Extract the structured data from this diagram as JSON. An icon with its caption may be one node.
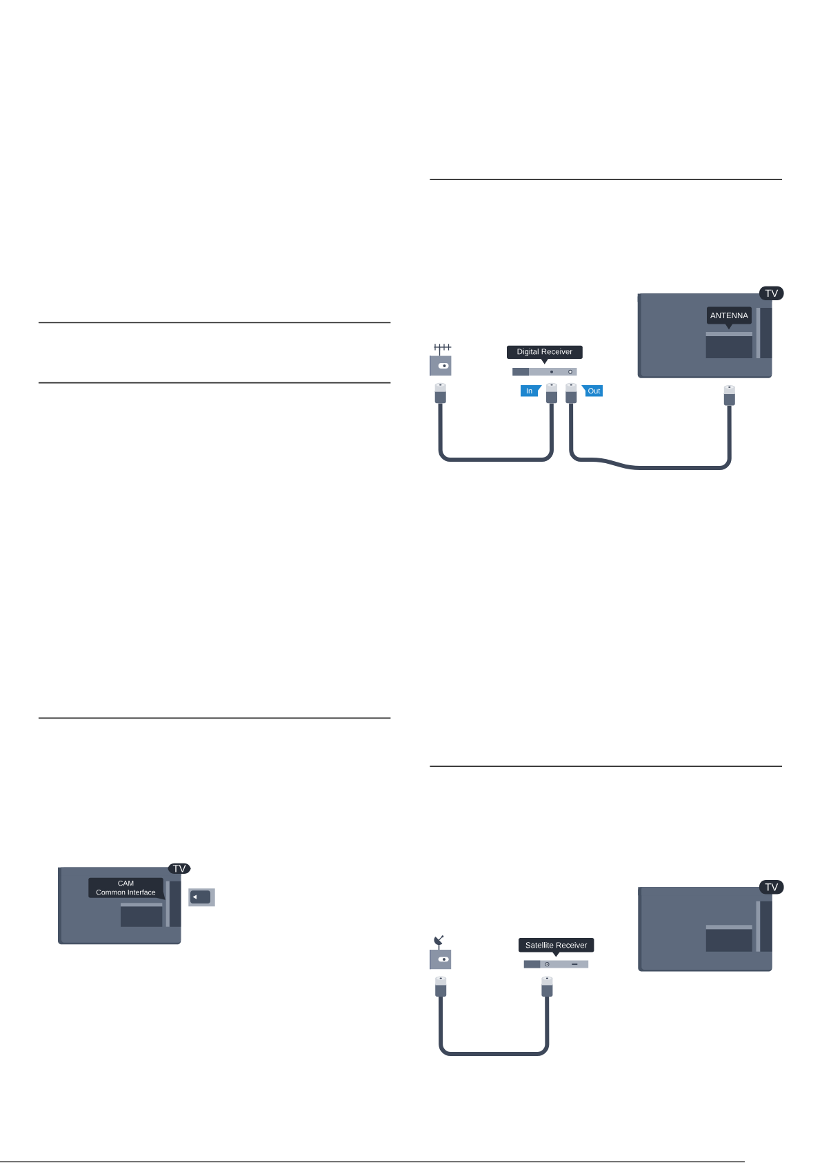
{
  "diagram": {
    "nodes": [
      {
        "text": [
          "TV",
          "CAM",
          "Common Interface"
        ]
      },
      {
        "text": [],
        "shape": "picture"
      },
      {
        "text": [
          "Digital Receiver",
          "In",
          "Out"
        ]
      },
      {
        "text": [
          "TV",
          "ANTENNA"
        ]
      },
      {
        "text": [],
        "shape": "picture"
      },
      {
        "text": [
          "Satellite Receiver"
        ]
      },
      {
        "text": [
          "TV"
        ]
      }
    ],
    "edges": [
      {
        "from": 1,
        "to": 2,
        "arrow": "none"
      },
      {
        "from": 2,
        "to": 3,
        "arrow": "none"
      },
      {
        "from": 4,
        "to": 5,
        "arrow": "none"
      }
    ]
  }
}
